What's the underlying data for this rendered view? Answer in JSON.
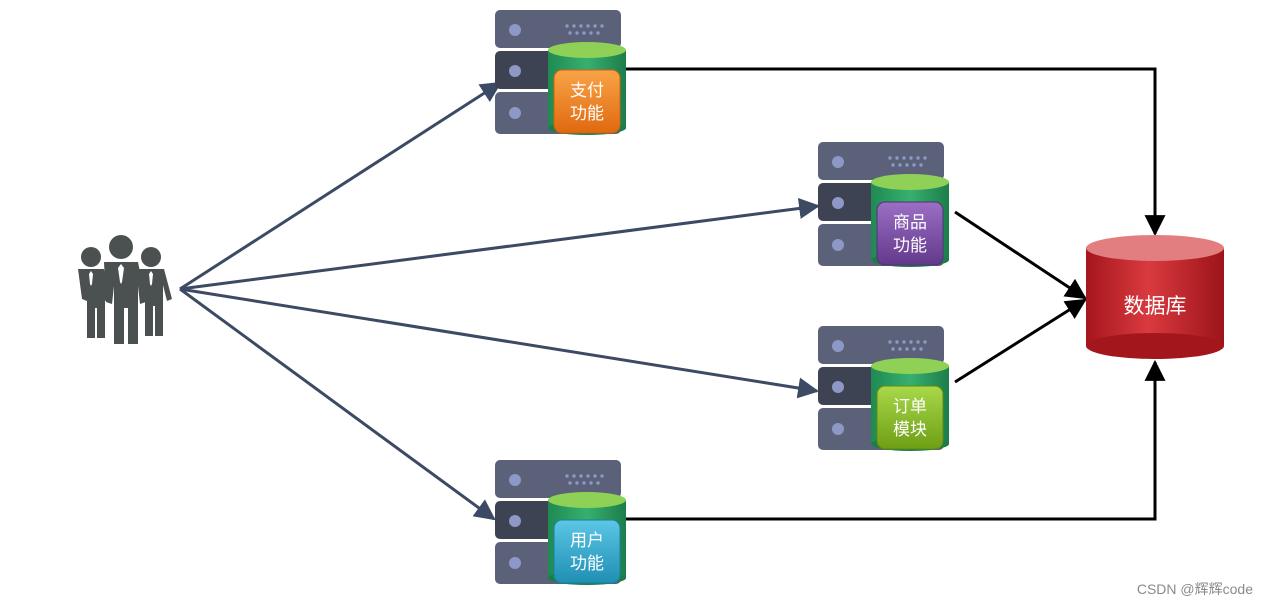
{
  "services": {
    "payment": {
      "line1": "支付",
      "line2": "功能",
      "color": "#ee7a1c"
    },
    "product": {
      "line1": "商品",
      "line2": "功能",
      "color": "#7a4fa3"
    },
    "order": {
      "line1": "订单",
      "line2": "模块",
      "color": "#84b523"
    },
    "user": {
      "line1": "用户",
      "line2": "功能",
      "color": "#2aa7c9"
    }
  },
  "database": {
    "label": "数据库",
    "color": "#c8282d"
  },
  "watermark": "CSDN @辉辉code",
  "colors": {
    "users_icon": "#4b5150",
    "server": "#5a6179",
    "client_arrows": "#3d4a63",
    "db_arrows": "#000000",
    "cylinder_top": "#8fd057",
    "cylinder_body": "#2d9e62"
  }
}
